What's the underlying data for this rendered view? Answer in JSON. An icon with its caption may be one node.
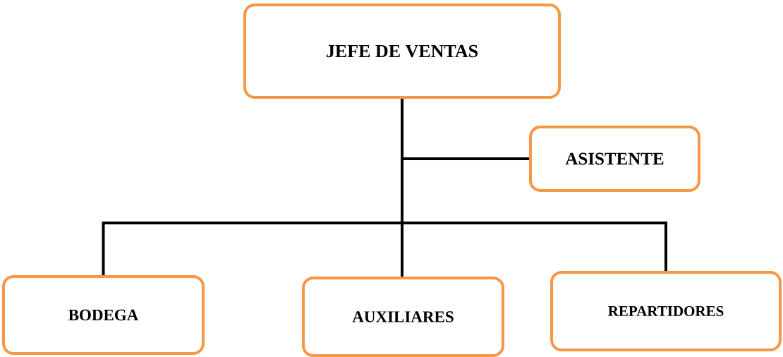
{
  "diagram": {
    "nodes": [
      {
        "text": [
          "JEFE DE VENTAS"
        ]
      },
      {
        "text": [
          "ASISTENTE"
        ]
      },
      {
        "text": [
          "BODEGA"
        ]
      },
      {
        "text": [
          "AUXILIARES"
        ]
      },
      {
        "text": [
          "REPARTIDORES"
        ]
      }
    ],
    "edges": [
      {
        "from": 0,
        "to": 1,
        "arrow": "none"
      },
      {
        "from": 0,
        "to": 2,
        "arrow": "none"
      },
      {
        "from": 0,
        "to": 3,
        "arrow": "none"
      },
      {
        "from": 0,
        "to": 4,
        "arrow": "none"
      }
    ]
  }
}
